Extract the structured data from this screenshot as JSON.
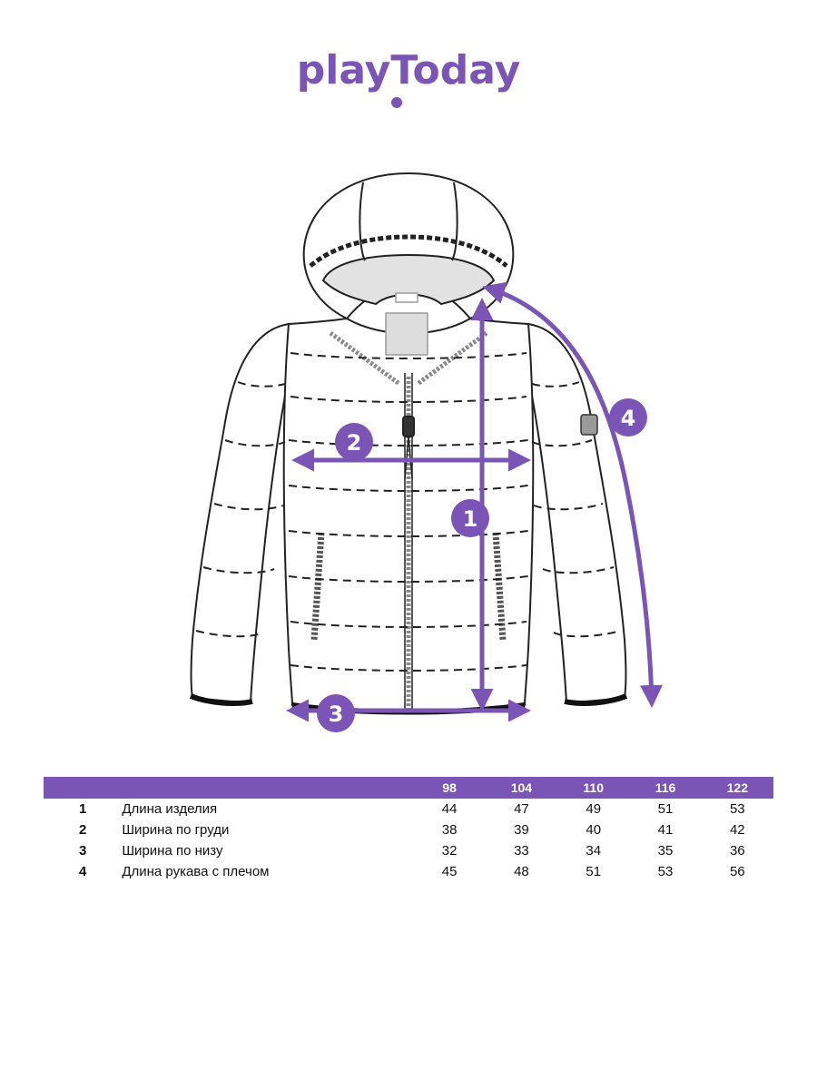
{
  "brand": {
    "logo_text": "playToday",
    "color": "#7a55b5"
  },
  "illustration": {
    "icon": "jacket-sketch",
    "markers": [
      {
        "number": "1",
        "label": "1"
      },
      {
        "number": "2",
        "label": "2"
      },
      {
        "number": "3",
        "label": "3"
      },
      {
        "number": "4",
        "label": "4"
      }
    ]
  },
  "size_table": {
    "sizes": [
      "98",
      "104",
      "110",
      "116",
      "122"
    ],
    "rows": [
      {
        "num": "1",
        "label": "Длина изделия",
        "values": [
          "44",
          "47",
          "49",
          "51",
          "53"
        ]
      },
      {
        "num": "2",
        "label": "Ширина по груди",
        "values": [
          "38",
          "39",
          "40",
          "41",
          "42"
        ]
      },
      {
        "num": "3",
        "label": "Ширина по низу",
        "values": [
          "32",
          "33",
          "34",
          "35",
          "36"
        ]
      },
      {
        "num": "4",
        "label": "Длина рукава с плечом",
        "values": [
          "45",
          "48",
          "51",
          "53",
          "56"
        ]
      }
    ]
  }
}
